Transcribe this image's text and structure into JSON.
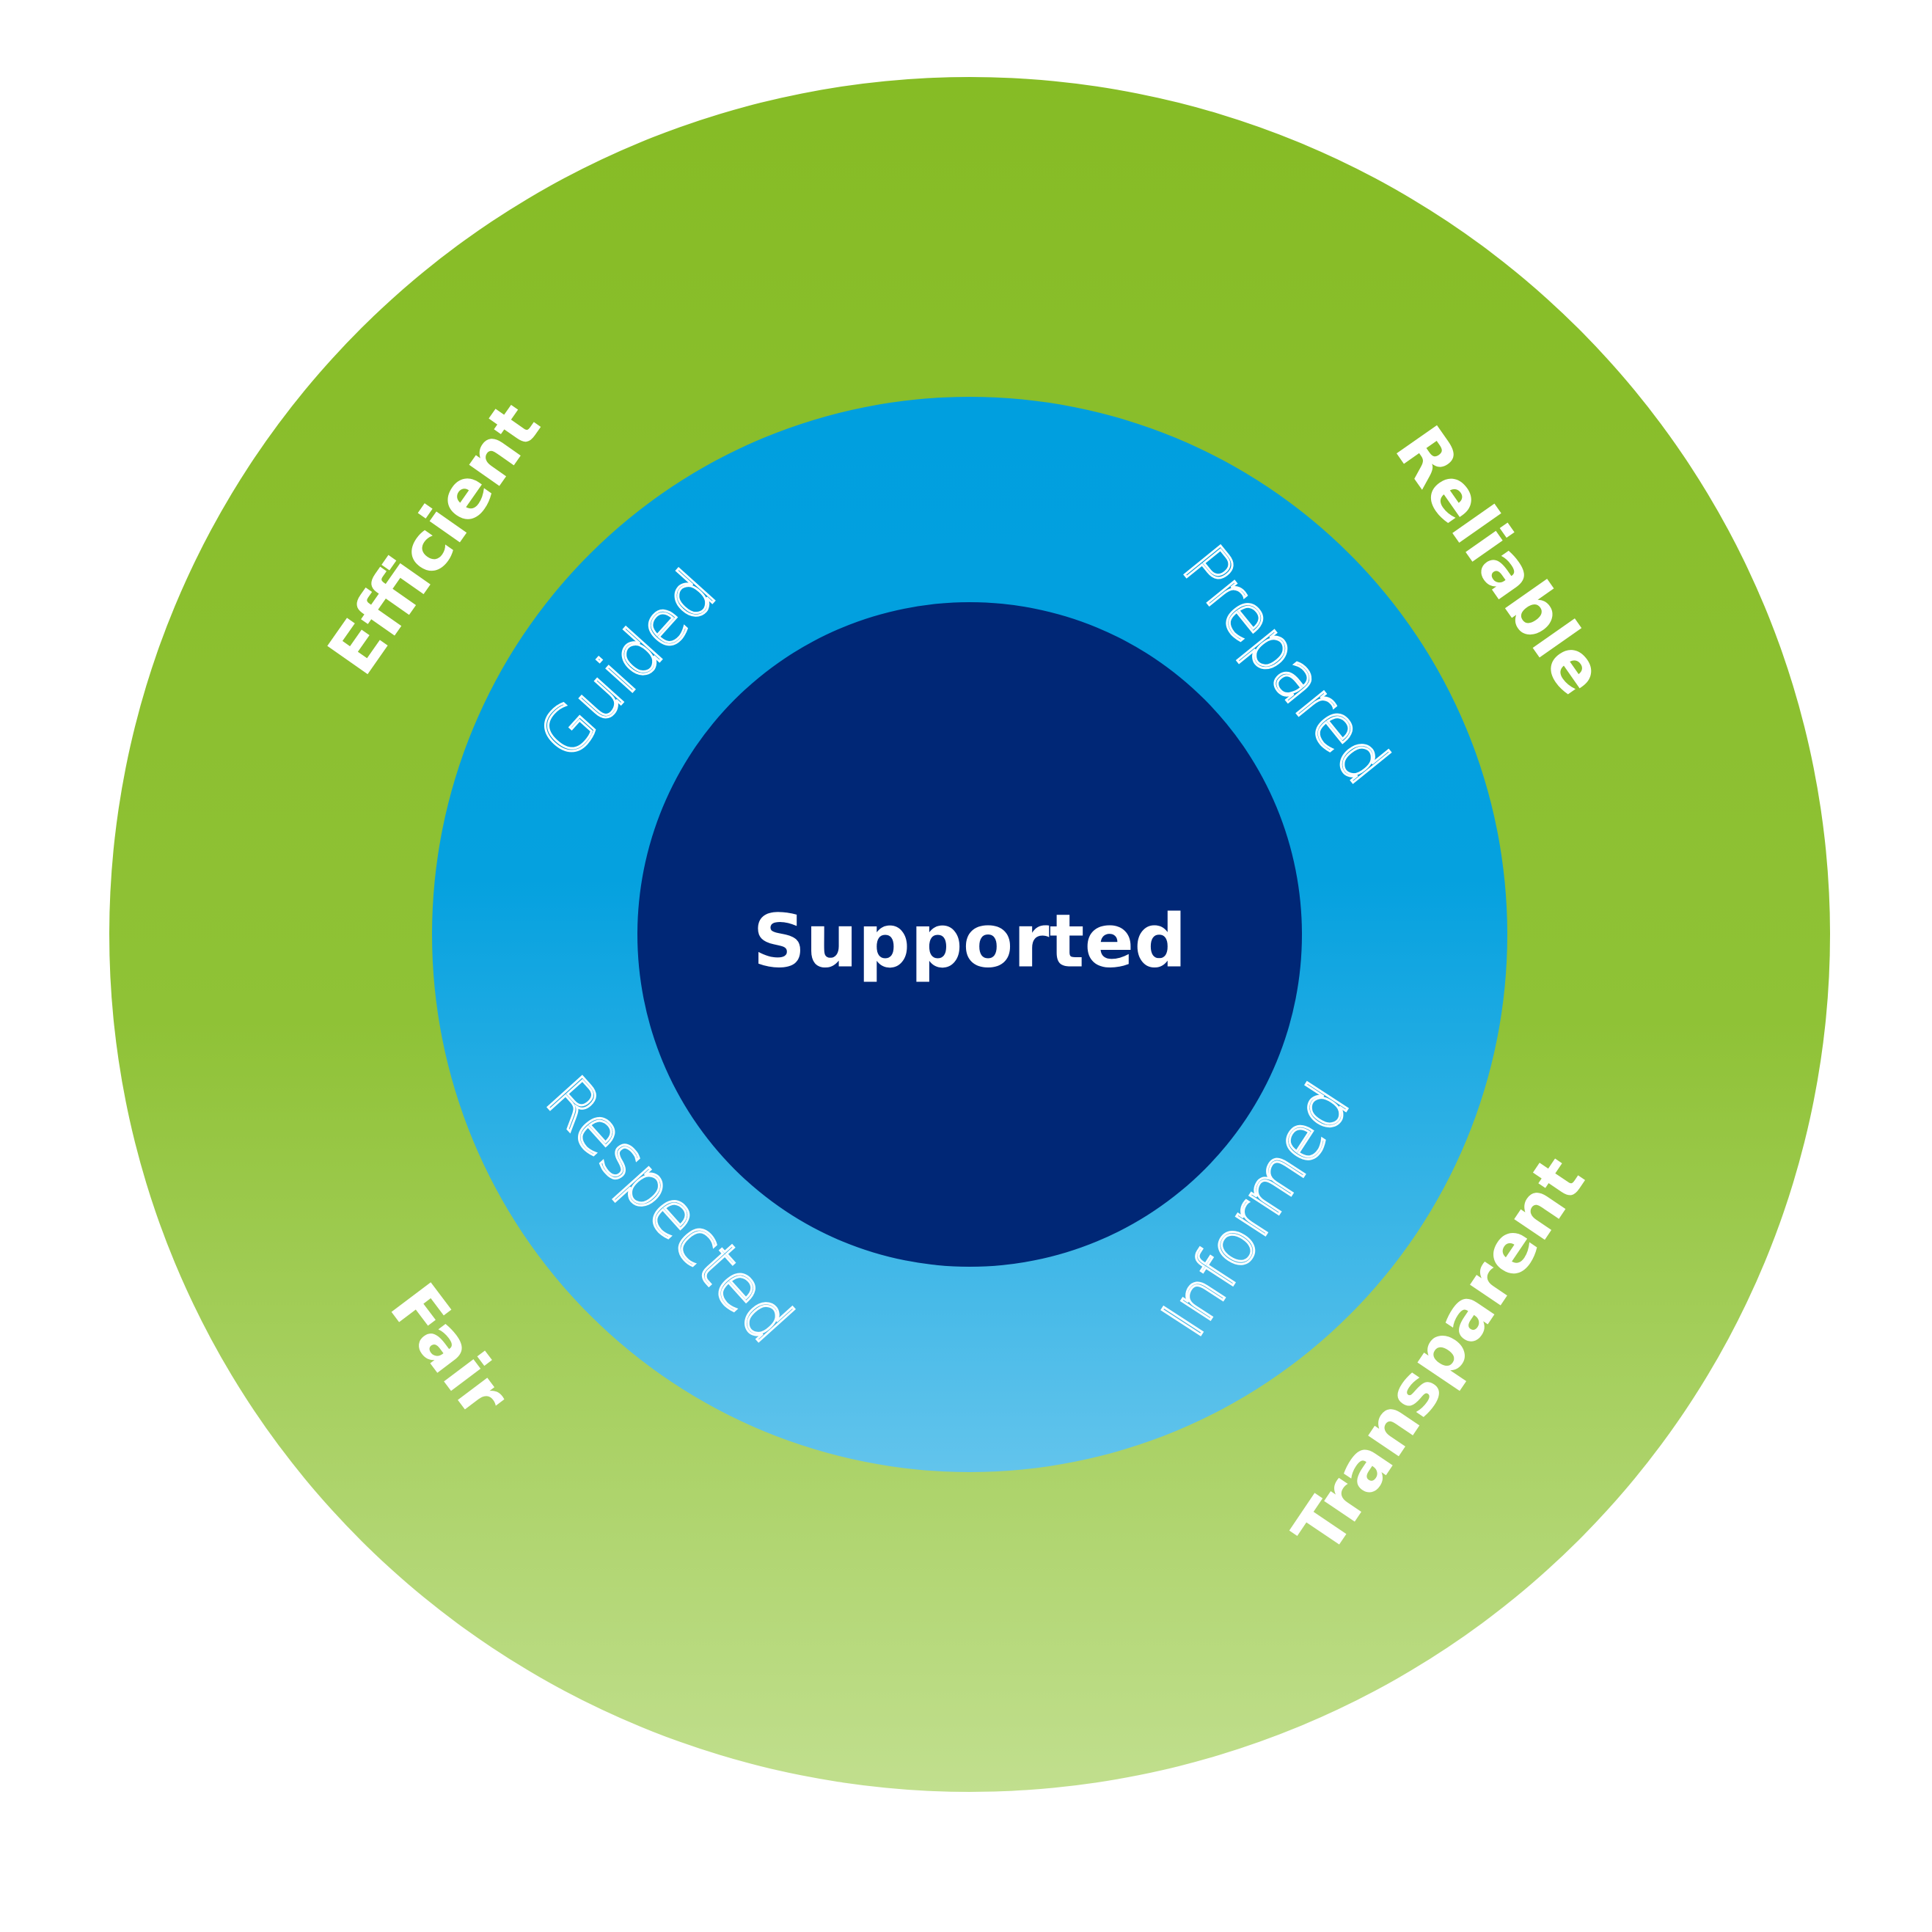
{
  "diagram": {
    "center_label": "Supported",
    "middle_ring_labels": {
      "upper_left": "Guided",
      "upper_right": "Prepared",
      "lower_left": "Respected",
      "lower_right": "Informed"
    },
    "outer_ring_labels": {
      "upper_left": "Efficient",
      "upper_right": "Reliable",
      "lower_left": "Fair",
      "lower_right": "Transparent"
    },
    "colors": {
      "outer_ring_top": "#86bc25",
      "outer_ring_bottom": "#c1df8e",
      "middle_ring_top": "#009fdf",
      "middle_ring_bottom": "#62c4ec",
      "core": "#002776",
      "text": "#ffffff"
    }
  }
}
